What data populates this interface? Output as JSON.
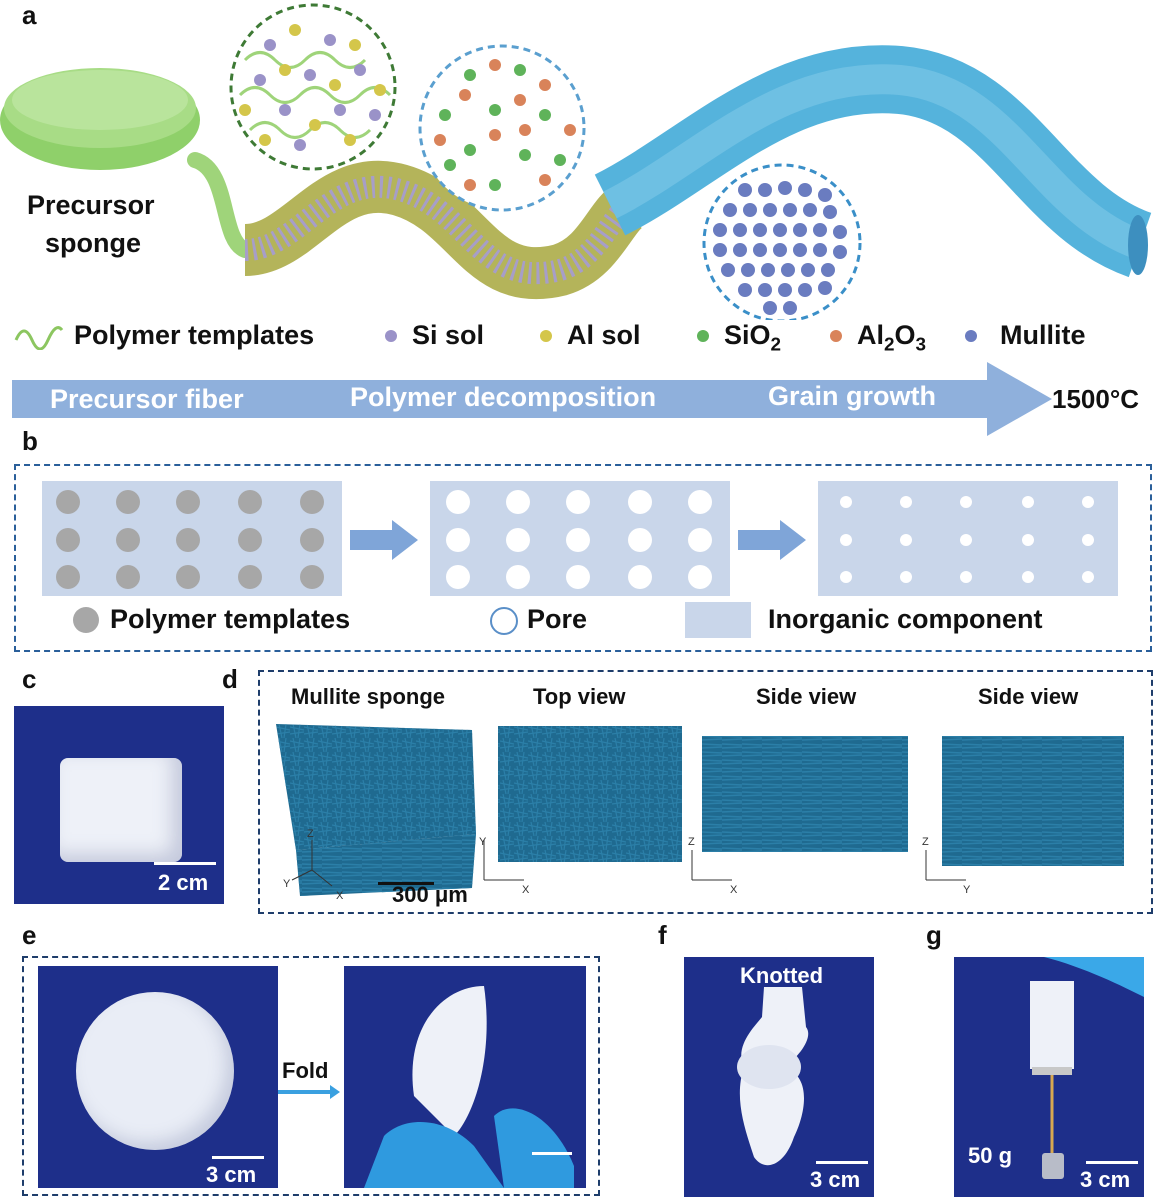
{
  "panels": {
    "a": "a",
    "b": "b",
    "c": "c",
    "d": "d",
    "e": "e",
    "f": "f",
    "g": "g"
  },
  "panel_a": {
    "sponge_label_1": "Precursor",
    "sponge_label_2": "sponge",
    "legend": {
      "polymer": "Polymer templates",
      "si_sol": "Si sol",
      "al_sol": "Al sol",
      "sio2_base": "SiO",
      "sio2_sub": "2",
      "al2o3_a": "Al",
      "al2o3_sub1": "2",
      "al2o3_b": "O",
      "al2o3_sub2": "3",
      "mullite": "Mullite"
    },
    "stages": {
      "stage1": "Precursor fiber",
      "stage2": "Polymer decomposition",
      "stage3": "Grain growth",
      "temperature": "1500°C"
    },
    "colors": {
      "polymer": "#8cc660",
      "si_sol": "#9a92c8",
      "al_sol": "#d4c64a",
      "sio2": "#5fb35a",
      "al2o3": "#d9835a",
      "mullite": "#6a7cc0",
      "fiber_blue": "#55b3dc",
      "arrow": "#8fb0dc"
    }
  },
  "panel_b": {
    "legend": {
      "polymer": "Polymer templates",
      "pore": "Pore",
      "inorganic": "Inorganic component"
    }
  },
  "panel_c": {
    "scale": "2 cm"
  },
  "panel_d": {
    "titles": [
      "Mullite sponge",
      "Top view",
      "Side view",
      "Side view"
    ],
    "scale": "300 μm",
    "axes": {
      "x": "X",
      "y": "Y",
      "z": "Z"
    }
  },
  "panel_e": {
    "fold": "Fold",
    "scale": "3 cm"
  },
  "panel_f": {
    "label": "Knotted",
    "scale": "3 cm"
  },
  "panel_g": {
    "weight": "50 g",
    "scale": "3 cm"
  }
}
